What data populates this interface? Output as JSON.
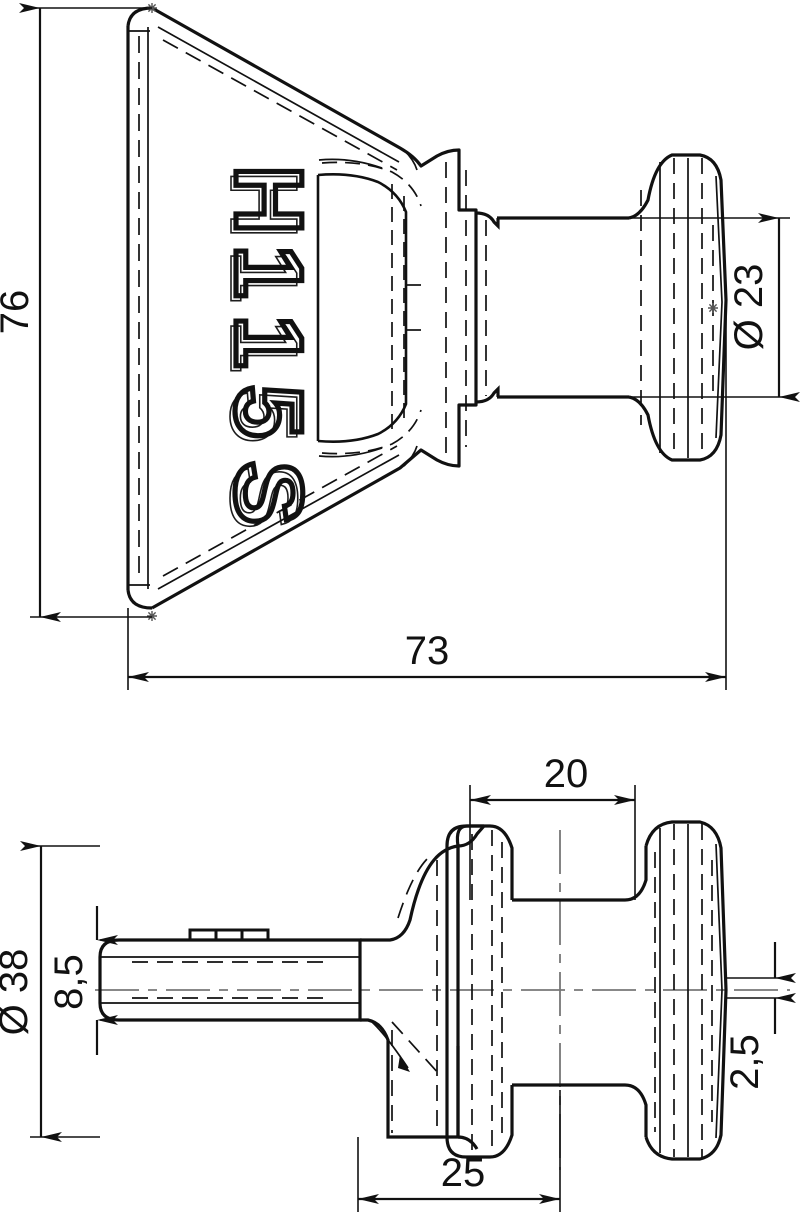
{
  "drawing": {
    "title": "Wing knob / T-handle screw technical drawing",
    "part_marking": "H 115 S",
    "line_color": "#111111",
    "background_color": "#ffffff",
    "views": [
      {
        "name": "front-view",
        "label": ""
      },
      {
        "name": "side-view",
        "label": ""
      }
    ]
  },
  "marking": {
    "char_1": "H",
    "char_2": "1",
    "char_3": "1",
    "char_4": "5",
    "char_5": "S",
    "full": "H 115 S"
  },
  "dimensions": {
    "height_overall": "76",
    "length_overall": "73",
    "shaft_diameter": "Ø 23",
    "body_diameter": "Ø 38",
    "wing_thickness": "8,5",
    "flange_thickness": "2,5",
    "groove_width": "20",
    "collar_length": "25"
  },
  "symbols": {
    "diameter": "Ø",
    "decimal_separator": ","
  }
}
